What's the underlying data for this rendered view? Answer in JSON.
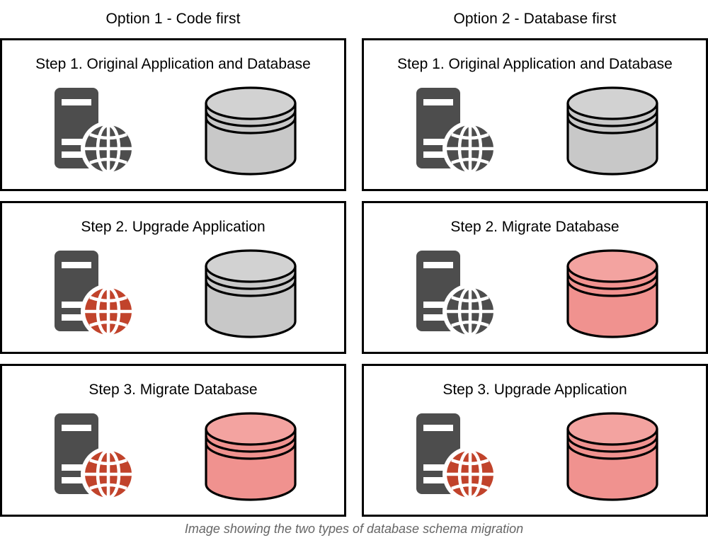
{
  "caption": "Image showing the two types of database schema migration",
  "colors": {
    "server_body": "#4D4D4D",
    "globe_original": "#4D4D4D",
    "globe_upgraded": "#C1432B",
    "db_original_fill": "#C8C8C8",
    "db_original_top": "#D2D2D2",
    "db_migrated_fill": "#F0928F",
    "db_migrated_top": "#F3A3A0",
    "outline": "#000000",
    "panel_border": "#000000",
    "caption_text": "#666666",
    "text": "#000000"
  },
  "columns": [
    {
      "id": "option-1",
      "title": "Option 1 - Code first",
      "steps": [
        {
          "title": "Step 1. Original Application and Database",
          "app_icon": "server-globe-icon",
          "app_state": "original",
          "db_icon": "database-cylinder-icon",
          "db_state": "original"
        },
        {
          "title": "Step 2. Upgrade Application",
          "app_icon": "server-globe-icon",
          "app_state": "upgraded",
          "db_icon": "database-cylinder-icon",
          "db_state": "original"
        },
        {
          "title": "Step 3. Migrate Database",
          "app_icon": "server-globe-icon",
          "app_state": "upgraded",
          "db_icon": "database-cylinder-icon",
          "db_state": "migrated"
        }
      ]
    },
    {
      "id": "option-2",
      "title": "Option 2 - Database first",
      "steps": [
        {
          "title": "Step 1. Original Application and Database",
          "app_icon": "server-globe-icon",
          "app_state": "original",
          "db_icon": "database-cylinder-icon",
          "db_state": "original"
        },
        {
          "title": "Step 2. Migrate Database",
          "app_icon": "server-globe-icon",
          "app_state": "original",
          "db_icon": "database-cylinder-icon",
          "db_state": "migrated"
        },
        {
          "title": "Step 3. Upgrade Application",
          "app_icon": "server-globe-icon",
          "app_state": "upgraded",
          "db_icon": "database-cylinder-icon",
          "db_state": "migrated"
        }
      ]
    }
  ]
}
